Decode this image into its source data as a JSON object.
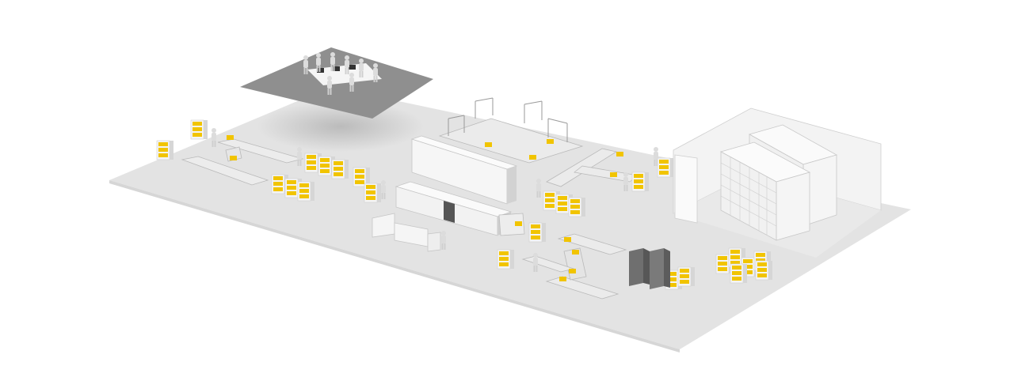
{
  "scene": {
    "kind": "isometric-warehouse-floor-plan",
    "palette": {
      "background": "#ffffff",
      "floor": "#e3e3e3",
      "floor_edge": "#d2d2d2",
      "mezzanine": "#8f8f8f",
      "machine": "#f4f4f4",
      "machine_shade": "#c8c8c8",
      "conveyor": "#ececec",
      "conveyor_rail": "#b9b9b9",
      "tote": "#f1c400",
      "cabinet": "#6f6f6f",
      "figure": "#d9d9d9",
      "storage_room": "#eeeeee",
      "shelving": "#f7f7f7"
    },
    "zones": [
      {
        "id": "office-mezzanine",
        "stations": 8
      },
      {
        "id": "receiving-conveyor",
        "carts": 6
      },
      {
        "id": "sorter-and-packing-line",
        "carts": 8
      },
      {
        "id": "outbound-conveyor",
        "carts": 5
      },
      {
        "id": "storage-room",
        "shelving_units": 2
      }
    ]
  }
}
